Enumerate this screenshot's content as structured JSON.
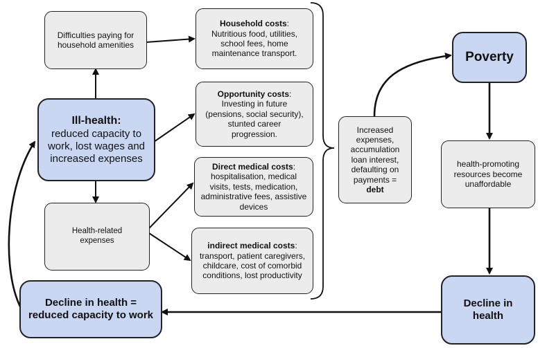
{
  "nodes": {
    "difficulties": "Difficulties paying for household amenities",
    "illhealth_title": "Ill-health:",
    "illhealth_body": "reduced capacity to work, lost wages and increased expenses",
    "health_related": "Health-related expenses",
    "decline_reduced": "Decline in health = reduced capacity to work",
    "household_label": "Household costs",
    "household_colon": ":",
    "household_body": "Nutritious food, utilities, school fees, home maintenance transport.",
    "opportunity_label": "Opportunity costs",
    "opportunity_colon": ":",
    "opportunity_body": "Investing in future (pensions, social security), stunted career progression.",
    "direct_label": "Direct medical costs",
    "direct_colon": ":",
    "direct_body": "hospitalisation, medical visits, tests, medication, administrative fees, assistive devices",
    "indirect_label": "indirect medical costs",
    "indirect_colon": ":",
    "indirect_body": "transport, patient caregivers,  childcare, cost of comorbid conditions, lost productivity",
    "increased_body": "Increased expenses, accumulation loan interest, defaulting on payments =",
    "increased_debt": "debt",
    "poverty": "Poverty",
    "health_promoting": "health-promoting resources become unaffordable",
    "decline_health": "Decline in health"
  },
  "colors": {
    "blue_fill": "#c9d7f3",
    "grey_fill": "#ececec",
    "line": "#111111"
  }
}
